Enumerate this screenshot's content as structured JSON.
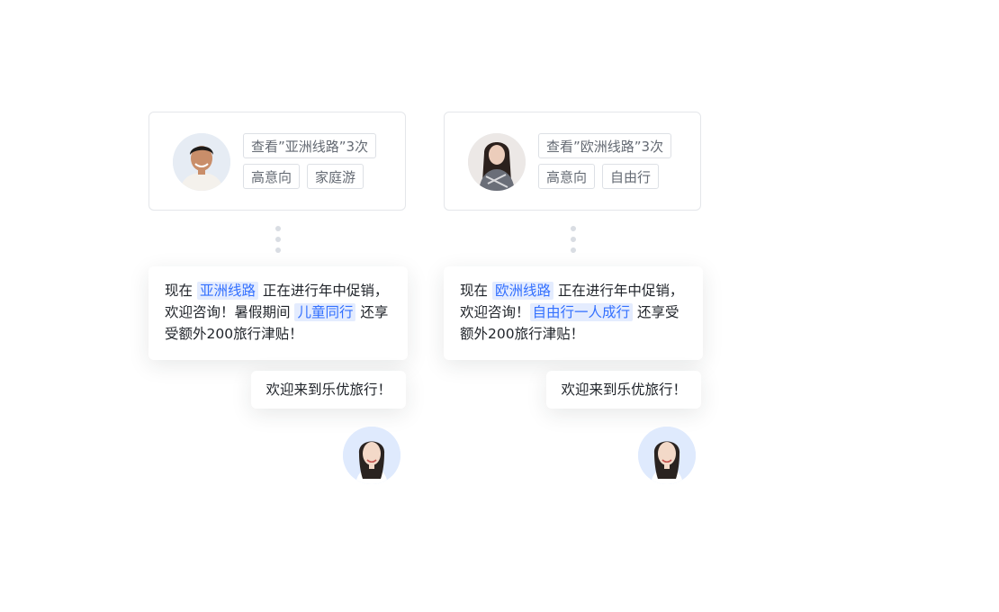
{
  "cards": [
    {
      "avatar_icon": "man-portrait",
      "tags": [
        [
          "查看”亚洲线路”3次"
        ],
        [
          "高意向",
          "家庭游"
        ]
      ],
      "message": {
        "p1": "现在 ",
        "h1": "亚洲线路",
        "p2": " 正在进行年中促销，欢迎咨询！暑假期间 ",
        "h2": "儿童同行",
        "p3": " 还享受额外200旅行津贴！"
      },
      "welcome": "欢迎来到乐优旅行！",
      "agent_icon": "agent-woman-portrait"
    },
    {
      "avatar_icon": "woman-portrait",
      "tags": [
        [
          "查看”欧洲线路”3次"
        ],
        [
          "高意向",
          "自由行"
        ]
      ],
      "message": {
        "p1": "现在 ",
        "h1": "欧洲线路",
        "p2": " 正在进行年中促销，欢迎咨询！",
        "h2": "自由行一人成行",
        "p3": " 还享受额外200旅行津贴！"
      },
      "welcome": "欢迎来到乐优旅行！",
      "agent_icon": "agent-woman-portrait"
    }
  ],
  "colors": {
    "highlight_text": "#3370ff",
    "highlight_bg": "#e4ecfe",
    "tag_text": "#646a73",
    "border": "#dde0e5"
  }
}
